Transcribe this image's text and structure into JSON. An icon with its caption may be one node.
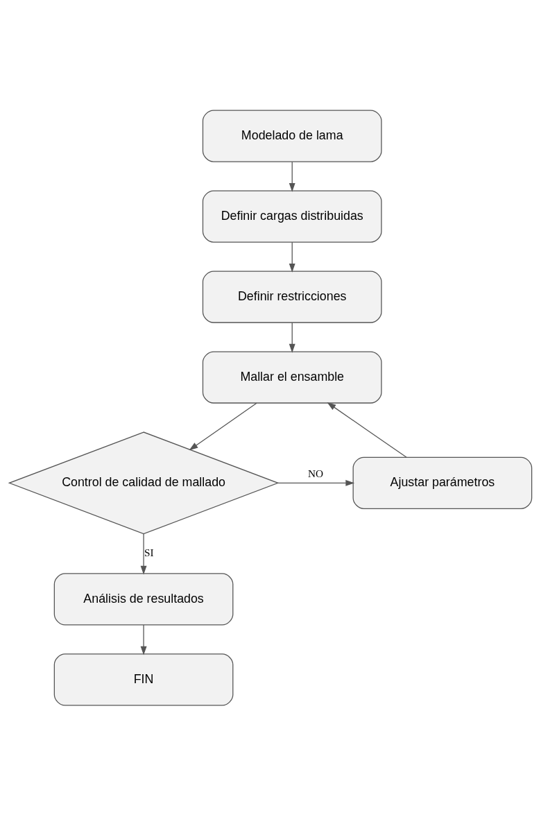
{
  "diagram": {
    "nodes": [
      {
        "text": [
          "Modelado de lama"
        ]
      },
      {
        "text": [
          "Definir cargas distribuidas"
        ]
      },
      {
        "text": [
          "Definir restricciones"
        ]
      },
      {
        "text": [
          "Mallar el ensamble"
        ]
      },
      {
        "text": [
          "Ajustar parámetros"
        ]
      },
      {
        "text": [
          "Control de calidad de mallado"
        ]
      },
      {
        "text": [
          "Análisis de resultados"
        ]
      },
      {
        "text": [
          "FIN"
        ]
      }
    ],
    "edges": [
      {
        "from": 0,
        "to": 1,
        "arrow": "to"
      },
      {
        "from": 1,
        "to": 2,
        "arrow": "to"
      },
      {
        "from": 2,
        "to": 3,
        "arrow": "to"
      },
      {
        "from": 3,
        "to": 5,
        "arrow": "to"
      },
      {
        "from": 5,
        "to": 4,
        "arrow": "to",
        "label": "NO"
      },
      {
        "from": 4,
        "to": 3,
        "arrow": "to"
      },
      {
        "from": 5,
        "to": 6,
        "arrow": "to",
        "label": "SI"
      },
      {
        "from": 6,
        "to": 7,
        "arrow": "to"
      }
    ]
  }
}
